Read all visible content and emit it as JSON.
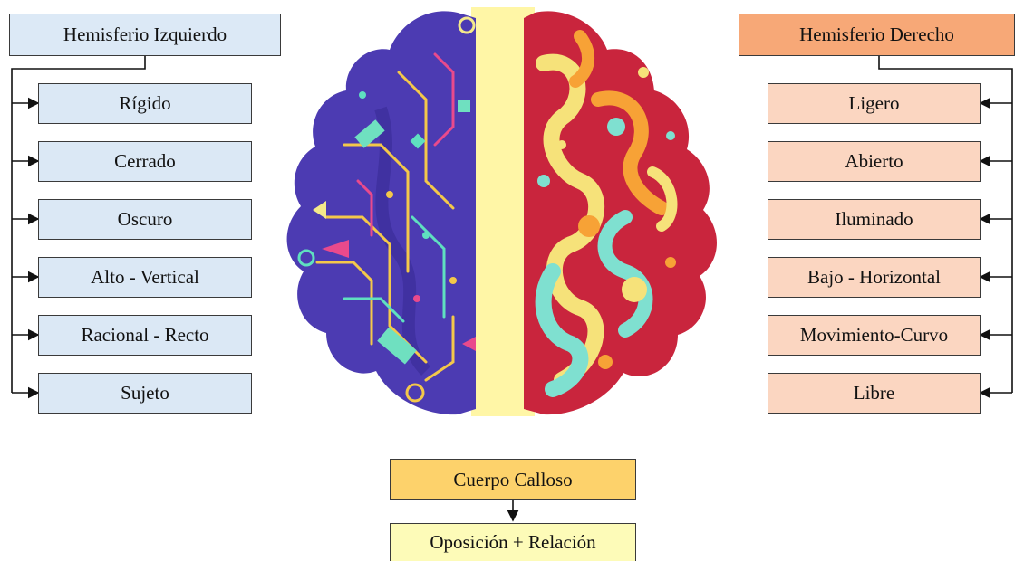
{
  "left_hemisphere": {
    "title": "Hemisferio Izquierdo",
    "items": [
      "Rígido",
      "Cerrado",
      "Oscuro",
      "Alto - Vertical",
      "Racional - Recto",
      "Sujeto"
    ]
  },
  "right_hemisphere": {
    "title": "Hemisferio Derecho",
    "items": [
      "Ligero",
      "Abierto",
      "Iluminado",
      "Bajo - Horizontal",
      "Movimiento-Curvo",
      "Libre"
    ]
  },
  "corpus_callosum": {
    "title": "Cuerpo Calloso",
    "result": "Oposición  + Relación"
  },
  "colors": {
    "left_box": "#dbe8f5",
    "right_box": "#fbd6c1",
    "right_title": "#f7a877",
    "callosum": "#fdd26b",
    "relation": "#fdfbb8",
    "left_brain": "#4b3bb0",
    "right_brain": "#c8253c",
    "divider": "#fff8a8"
  }
}
